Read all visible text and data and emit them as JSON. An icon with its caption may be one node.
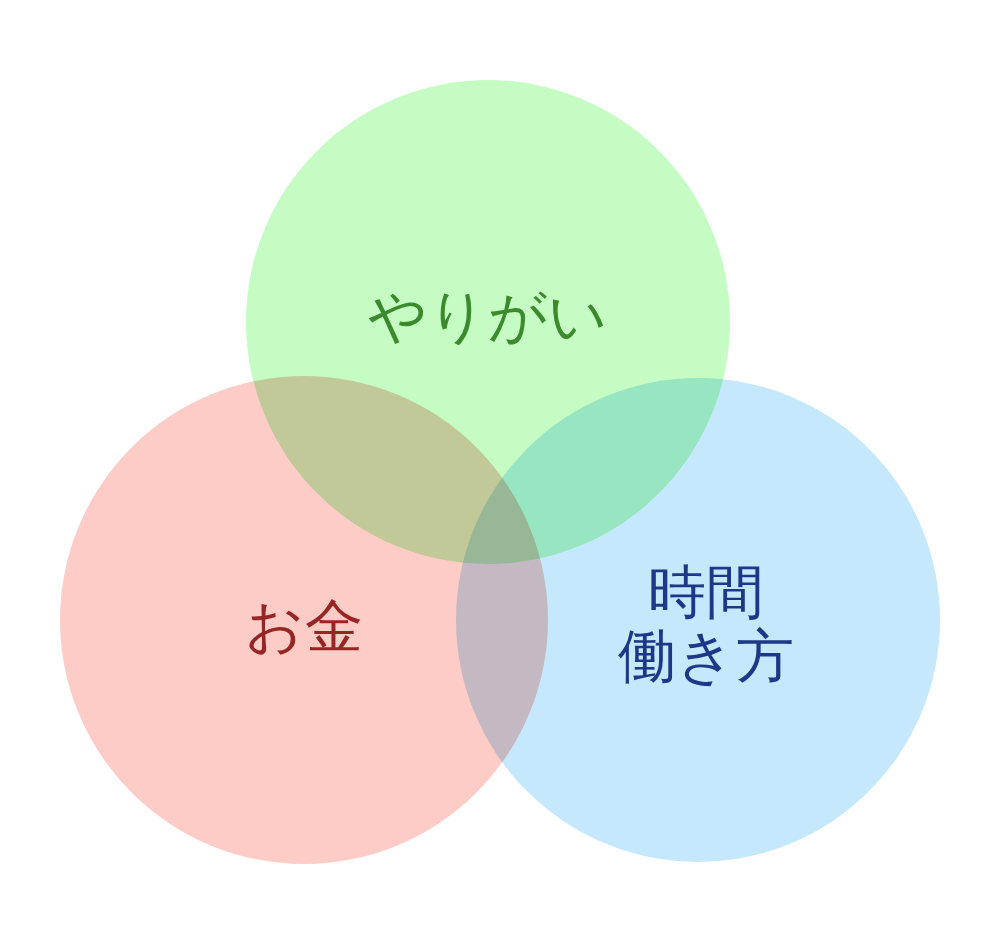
{
  "diagram": {
    "nodes": [
      {
        "text": [
          "やりがい"
        ]
      },
      {
        "text": [
          "お金"
        ]
      },
      {
        "text": [
          "時間",
          "働き方"
        ]
      }
    ]
  }
}
